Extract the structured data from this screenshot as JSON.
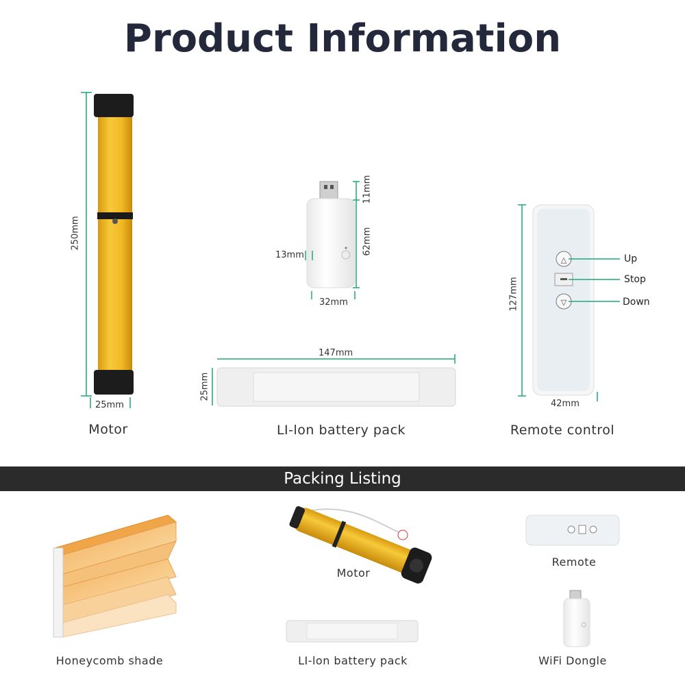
{
  "title": "Product Information",
  "products": {
    "motor": {
      "label": "Motor",
      "height": "250mm",
      "width": "25mm"
    },
    "dongle": {
      "top": "11mm",
      "body": "62mm",
      "thickness": "13mm",
      "width": "32mm"
    },
    "battery": {
      "label": "LI-lon battery pack",
      "length": "147mm",
      "height": "25mm"
    },
    "remote": {
      "label": "Remote control",
      "height": "127mm",
      "width": "42mm",
      "buttons": {
        "up": "Up",
        "stop": "Stop",
        "down": "Down"
      }
    }
  },
  "packing": {
    "heading": "Packing Listing",
    "items": {
      "shade": "Honeycomb shade",
      "motor": "Motor",
      "remote": "Remote",
      "battery": "LI-lon battery pack",
      "dongle": "WiFi Dongle"
    }
  },
  "colors": {
    "accent": "#1ba87a",
    "motor_yellow": "#f2b824",
    "banner": "#2b2b2b",
    "title": "#23283a"
  }
}
